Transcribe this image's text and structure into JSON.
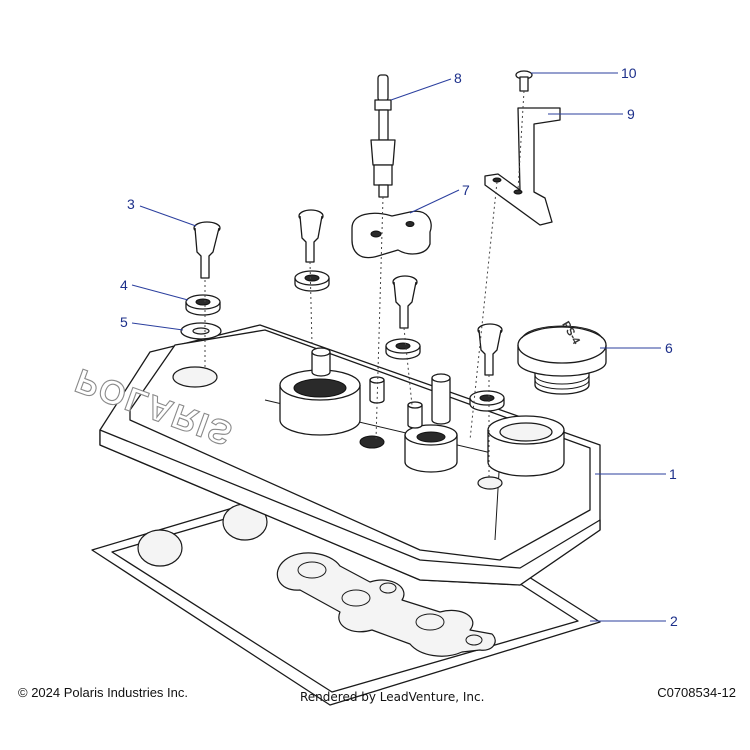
{
  "callouts": [
    {
      "label": "1",
      "part": "valve-cover"
    },
    {
      "label": "2",
      "part": "gasket"
    },
    {
      "label": "3",
      "part": "bolt"
    },
    {
      "label": "4",
      "part": "grommet"
    },
    {
      "label": "5",
      "part": "washer"
    },
    {
      "label": "6",
      "part": "oil-fill-cap"
    },
    {
      "label": "7",
      "part": "cap-plate"
    },
    {
      "label": "8",
      "part": "breather-fitting"
    },
    {
      "label": "9",
      "part": "bracket"
    },
    {
      "label": "10",
      "part": "screw"
    }
  ],
  "embossed_text": "POLARIS",
  "cap_marking": "PS-4",
  "footer": {
    "copyright": "© 2024 Polaris Industries Inc.",
    "rendered_by": "Rendered by LeadVenture, Inc.",
    "diagram_id": "C0708534-12"
  }
}
